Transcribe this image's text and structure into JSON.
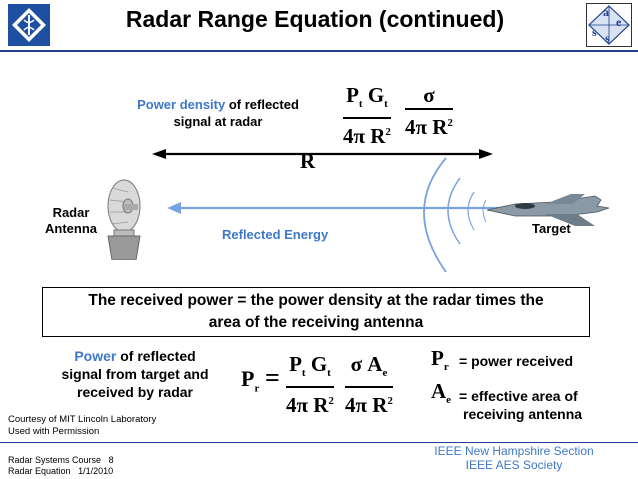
{
  "header": {
    "title": "Radar Range Equation (continued)",
    "logo_left_icon": "ieee-diamond-logo-icon",
    "logo_right_text": "aess",
    "logo_right_icon": "aess-logo-icon"
  },
  "diagram": {
    "density_label_blue": "Power density",
    "density_label_black": "of reflected",
    "density_label_line2": "signal at radar",
    "range_label": "R",
    "radar_label_line1": "Radar",
    "radar_label_line2": "Antenna",
    "target_label": "Target",
    "reflected_label": "Reflected Energy",
    "eq1": {
      "num1": "P",
      "num1_sub1": "t",
      "num1_b": "G",
      "num1_sub2": "t",
      "den1": "4π R",
      "den1_sup": "2",
      "num2": "σ",
      "den2": "4π R",
      "den2_sup": "2"
    }
  },
  "statement": {
    "line1": "The received power = the power density at the radar times the",
    "line2": "area of the receiving antenna"
  },
  "power": {
    "label_blue": "Power",
    "label_black": "of reflected",
    "label_line2": "signal from target and",
    "label_line3": "received by radar",
    "lhs": "P",
    "lhs_sub": "r",
    "equals": "=",
    "num1": "P",
    "num1_sub1": "t",
    "num1_b": "G",
    "num1_sub2": "t",
    "den1": "4π R",
    "den1_sup": "2",
    "num2": "σ A",
    "num2_sub": "e",
    "den2": "4π R",
    "den2_sup": "2"
  },
  "legend": {
    "pr_symbol": "P",
    "pr_sub": "r",
    "pr_text": "= power received",
    "ae_symbol": "A",
    "ae_sub": "e",
    "ae_text_line1": "= effective area of",
    "ae_text_line2": "receiving antenna"
  },
  "footer": {
    "courtesy_line1": "Courtesy of MIT Lincoln Laboratory",
    "courtesy_line2": "Used with Permission",
    "course_line1": "Radar Systems Course",
    "course_page": "8",
    "course_line2": "Radar Equation",
    "course_date": "1/1/2010",
    "org_line1": "IEEE New Hampshire Section",
    "org_line2": "IEEE AES Society"
  },
  "colors": {
    "accent": "#1f3f8f",
    "label_blue": "#3f78c8",
    "arrow_blue": "#7aa2e0"
  }
}
